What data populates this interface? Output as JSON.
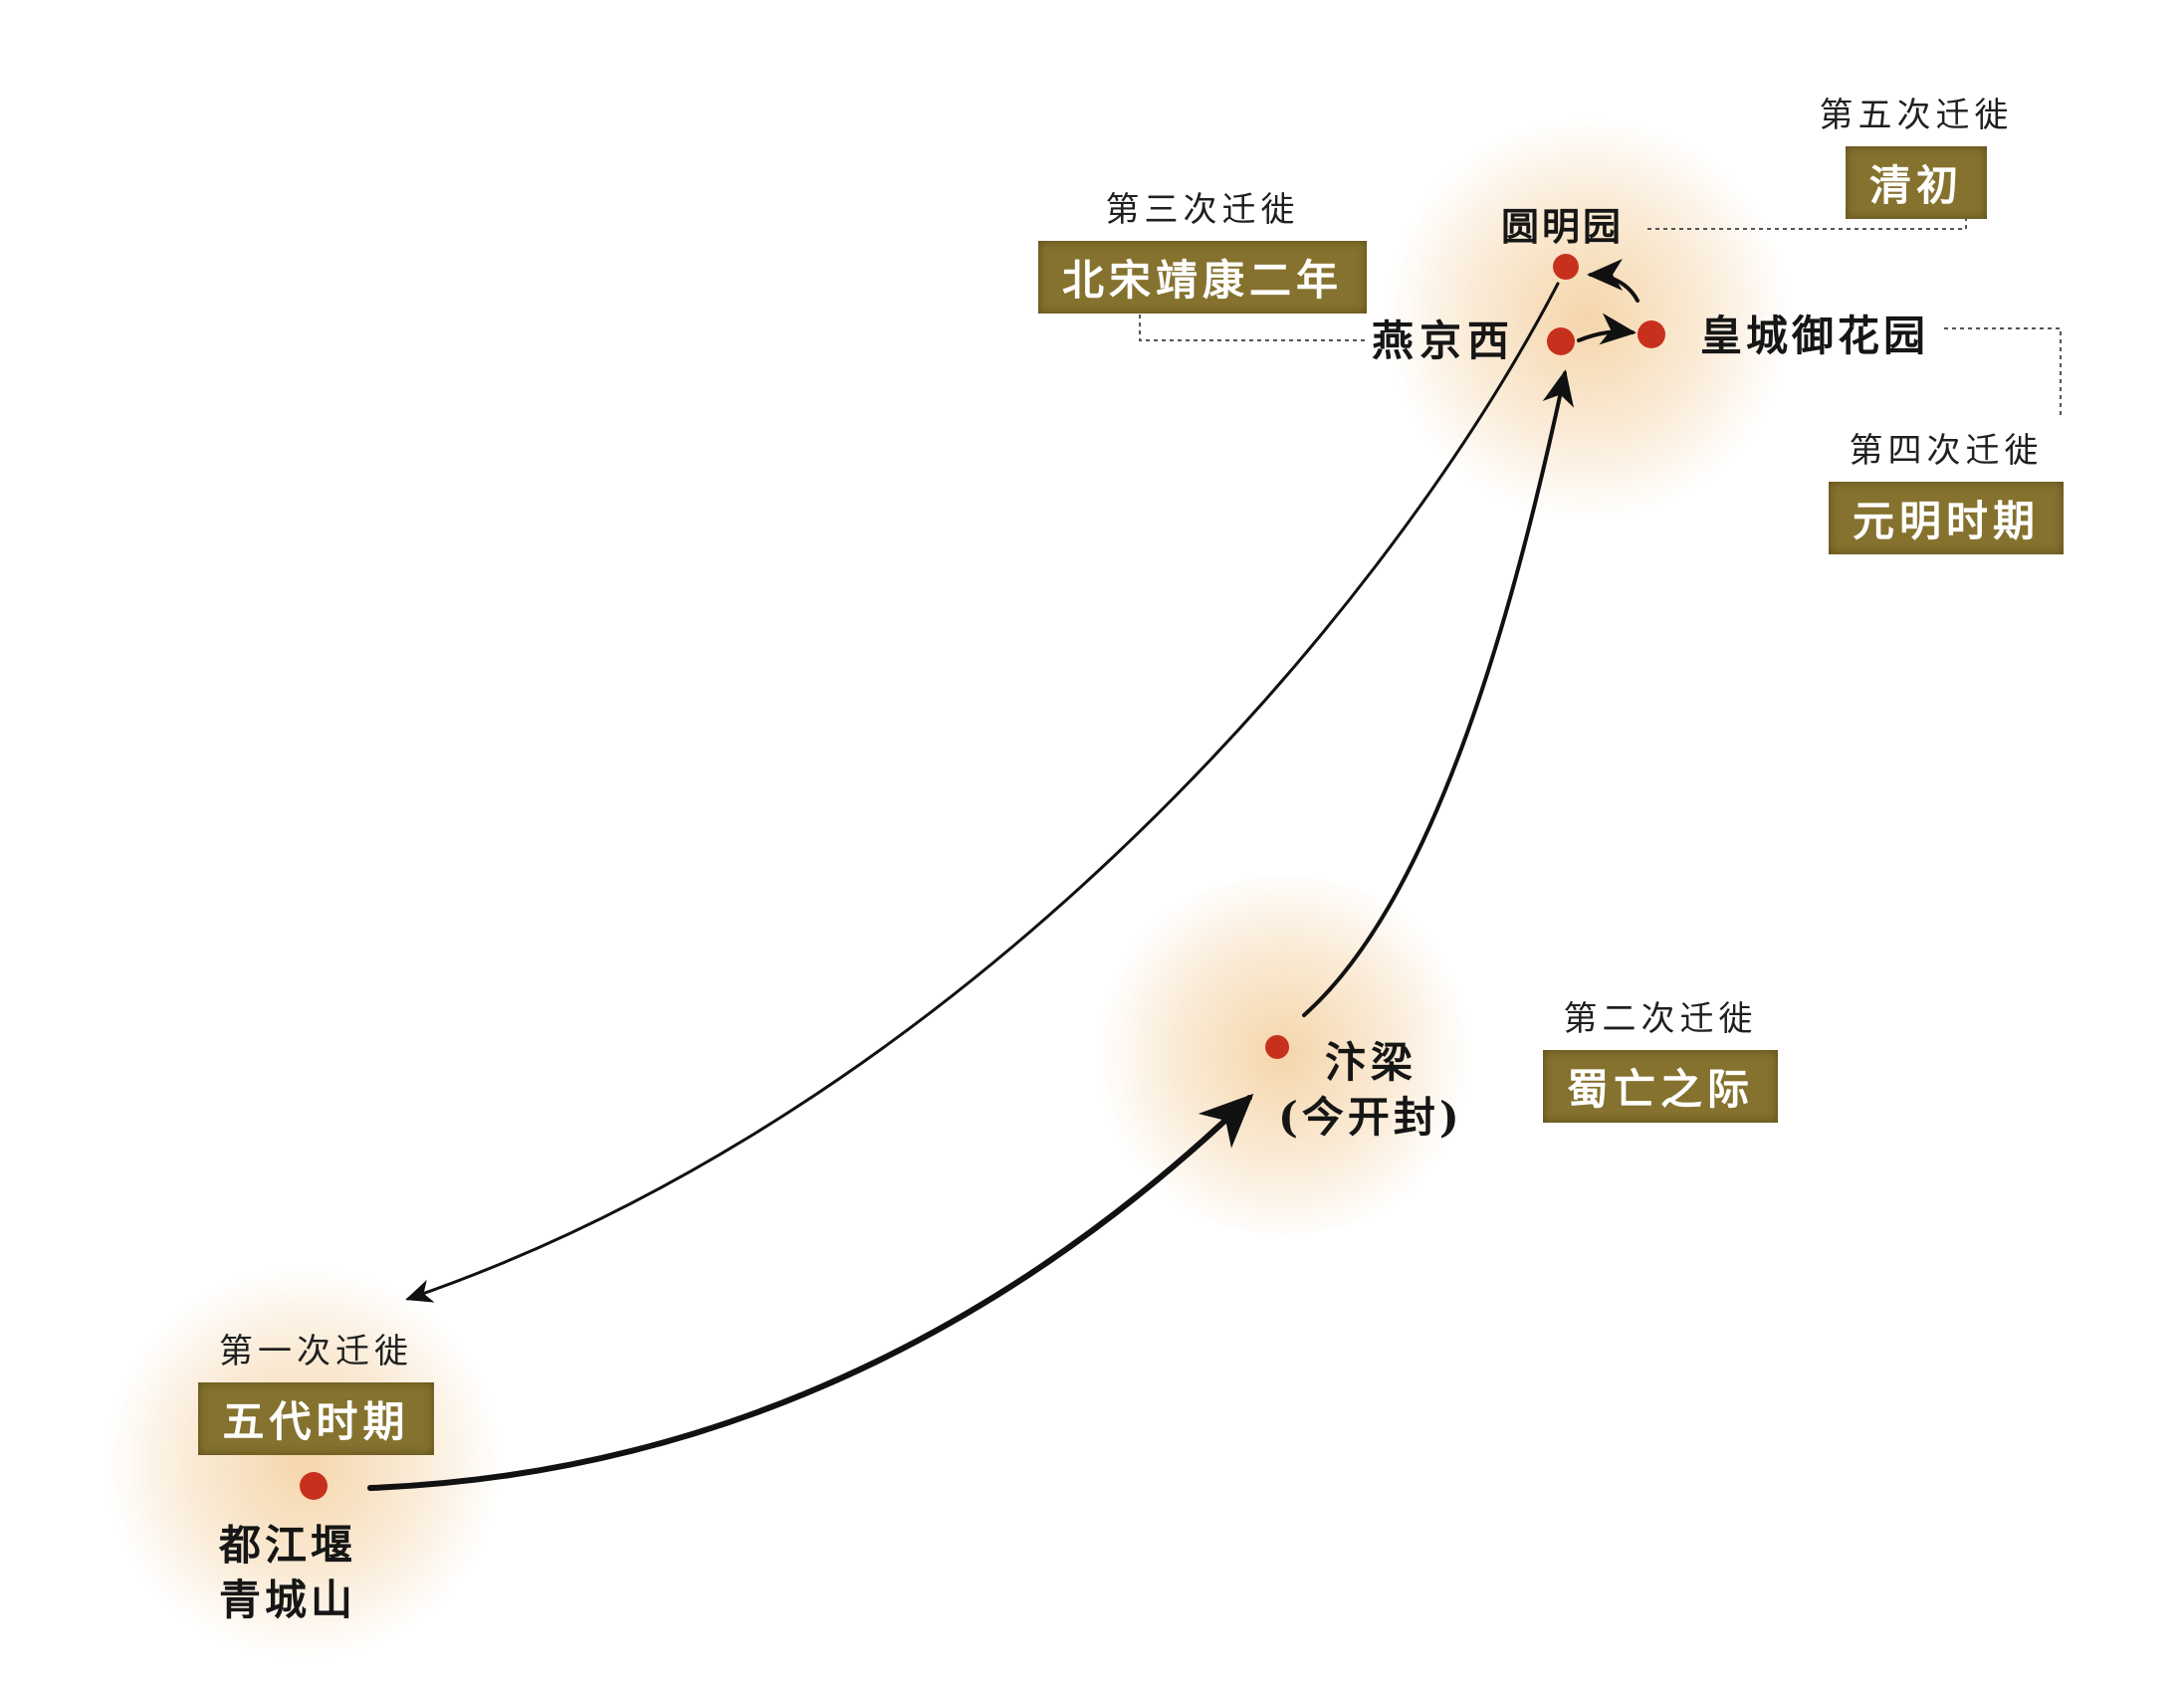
{
  "colors": {
    "dot": "#c8301e",
    "arrow": "#111111",
    "era_band": "#85722e",
    "glow": "#f1c487",
    "leader": "#555555"
  },
  "places": {
    "dujiangyan": "都江堰\n青城山",
    "bianliang": "汴梁\n(今开封)",
    "yanjing_west": "燕京西",
    "yuanmingyuan": "圆明园",
    "imperial_garden": "皇城御花园"
  },
  "migrations": [
    {
      "step": "第一次迁徙",
      "era": "五代时期"
    },
    {
      "step": "第二次迁徙",
      "era": "蜀亡之际"
    },
    {
      "step": "第三次迁徙",
      "era": "北宋靖康二年"
    },
    {
      "step": "第四次迁徙",
      "era": "元明时期"
    },
    {
      "step": "第五次迁徙",
      "era": "清初"
    }
  ]
}
